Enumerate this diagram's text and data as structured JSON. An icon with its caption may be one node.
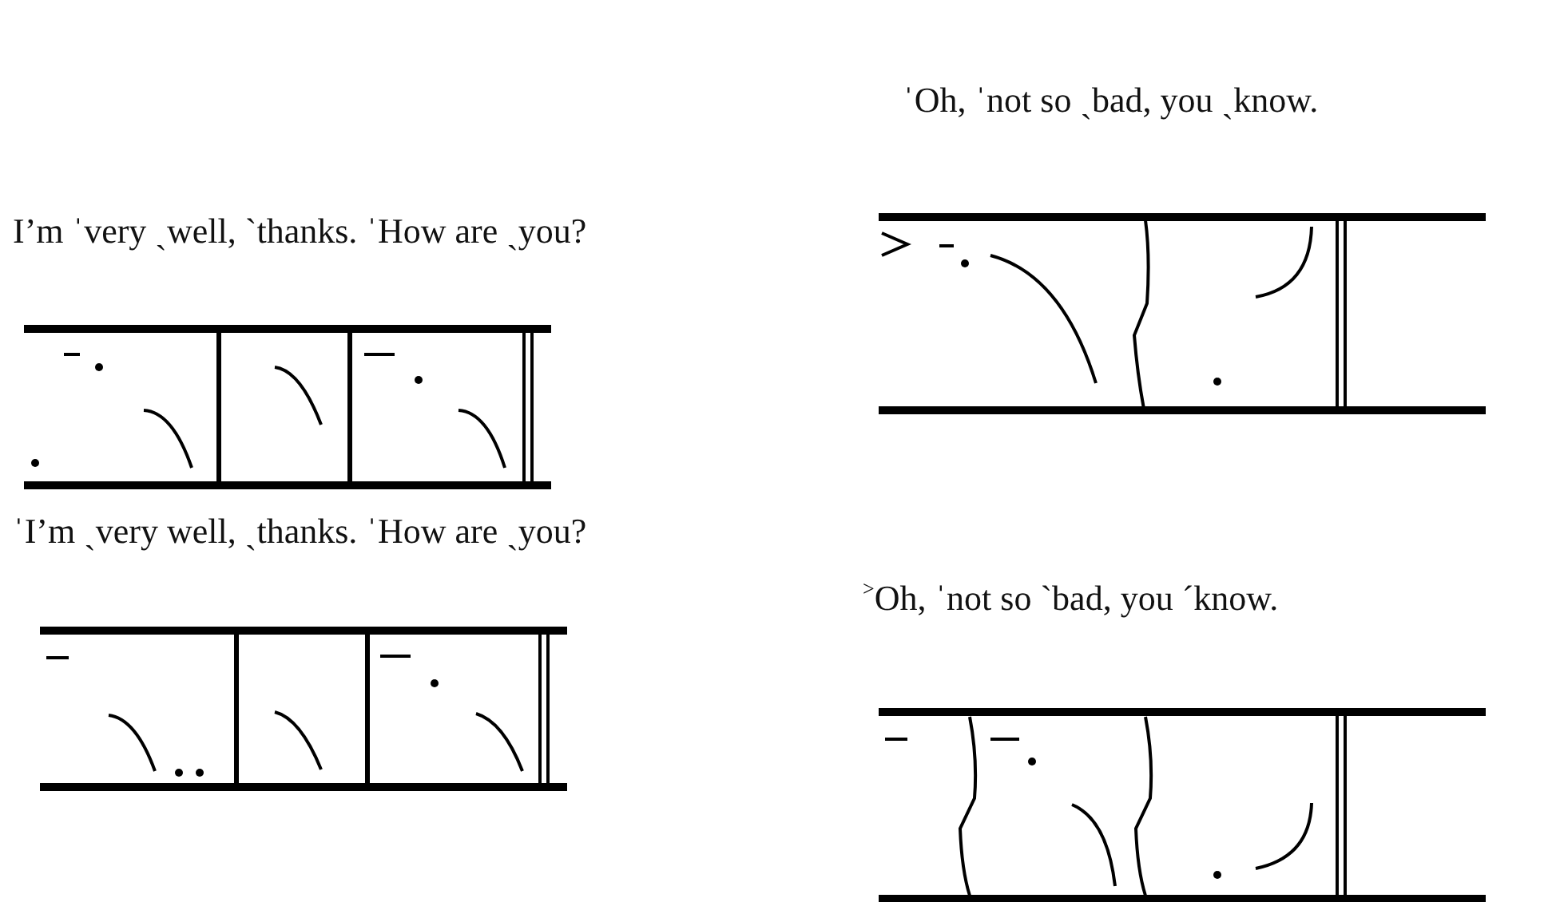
{
  "diagram": {
    "labels": [
      "I’m ˈvery ˎwell, ˋthanks. ˈHow are ˎyou?",
      "ˈI’m ˎvery well, ˎthanks. ˈHow are ˎyou?",
      "ˈOh, ˈnot so ˎbad, you ˏknow.",
      "$^{>}$Oh, ˈnot so ˋbad, you ˊknow."
    ]
  }
}
